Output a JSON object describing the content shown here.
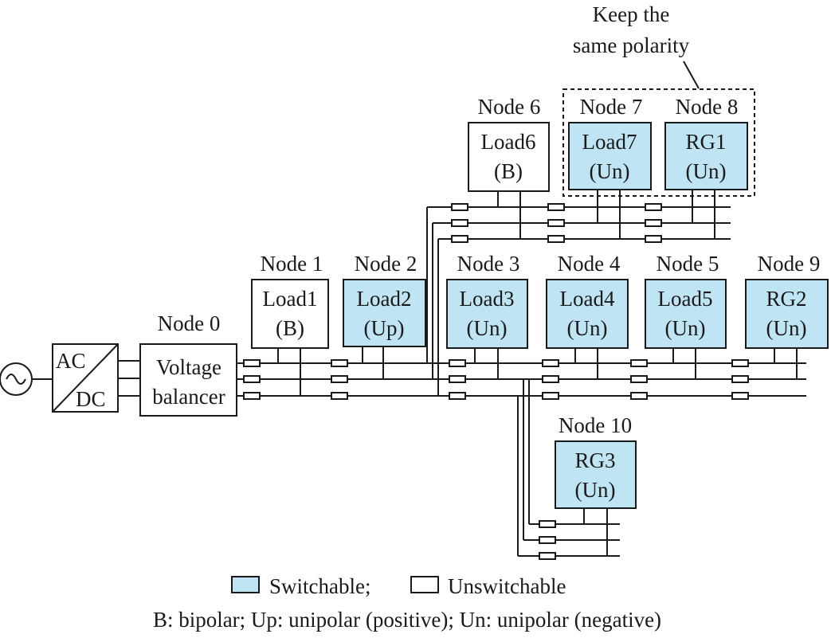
{
  "annotation": {
    "line1": "Keep the",
    "line2": "same polarity"
  },
  "colors": {
    "switchable": "#bfe5f4",
    "unswitchable": "#ffffff",
    "stroke": "#1a1a1a"
  },
  "source": {
    "icon": "ac-source-icon",
    "converter_top": "AC",
    "converter_bottom": "DC"
  },
  "nodes": {
    "n0": {
      "label": "Node 0",
      "line1": "Voltage",
      "line2": "balancer"
    },
    "n1": {
      "label": "Node 1",
      "line1": "Load1",
      "line2": "(B)",
      "type": "unswitchable"
    },
    "n2": {
      "label": "Node 2",
      "line1": "Load2",
      "line2": "(Up)",
      "type": "switchable"
    },
    "n3": {
      "label": "Node 3",
      "line1": "Load3",
      "line2": "(Un)",
      "type": "switchable"
    },
    "n4": {
      "label": "Node 4",
      "line1": "Load4",
      "line2": "(Un)",
      "type": "switchable"
    },
    "n5": {
      "label": "Node 5",
      "line1": "Load5",
      "line2": "(Un)",
      "type": "switchable"
    },
    "n6": {
      "label": "Node 6",
      "line1": "Load6",
      "line2": "(B)",
      "type": "unswitchable"
    },
    "n7": {
      "label": "Node 7",
      "line1": "Load7",
      "line2": "(Un)",
      "type": "switchable"
    },
    "n8": {
      "label": "Node 8",
      "line1": "RG1",
      "line2": "(Un)",
      "type": "switchable"
    },
    "n9": {
      "label": "Node 9",
      "line1": "RG2",
      "line2": "(Un)",
      "type": "switchable"
    },
    "n10": {
      "label": "Node 10",
      "line1": "RG3",
      "line2": "(Un)",
      "type": "switchable"
    }
  },
  "legend": {
    "switchable": "Switchable;",
    "unswitchable": "Unswitchable",
    "note": "B: bipolar; Up: unipolar (positive); Un: unipolar (negative)"
  }
}
